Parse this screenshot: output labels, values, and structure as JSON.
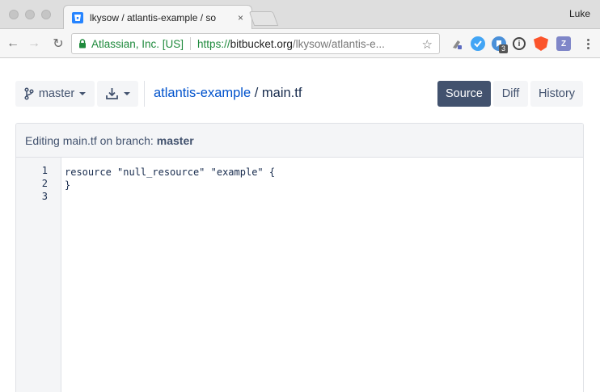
{
  "browser": {
    "tab_title": "lkysow / atlantis-example / so",
    "tab_close": "×",
    "profile_name": "Luke",
    "address": {
      "ev_org": "Atlassian, Inc. [US]",
      "scheme": "https://",
      "host": "bitbucket.org",
      "path": "/lkysow/atlantis-e..."
    },
    "extension_badge": "3",
    "icons": {
      "back": "arrow-left-icon",
      "forward": "arrow-right-icon",
      "reload": "reload-icon",
      "lock": "lock-icon",
      "star": "star-icon"
    },
    "glyphs": {
      "back": "←",
      "forward": "→",
      "reload": "↻",
      "star": "☆",
      "ext_z": "Z",
      "ext_info": "i"
    }
  },
  "page": {
    "branch_label": "master",
    "repo_name": "atlantis-example",
    "separator": " / ",
    "file_name": "main.tf",
    "view_tabs": {
      "source": "Source",
      "diff": "Diff",
      "history": "History"
    },
    "editor": {
      "header_prefix": "Editing main.tf on branch:",
      "header_branch": "master",
      "line_numbers": [
        "1",
        "2",
        "3"
      ],
      "lines": [
        "resource \"null_resource\" \"example\" {",
        "}",
        ""
      ]
    },
    "colors": {
      "link": "#0052cc",
      "primary_button": "#42526e",
      "secure_green": "#1e8a3c"
    }
  }
}
